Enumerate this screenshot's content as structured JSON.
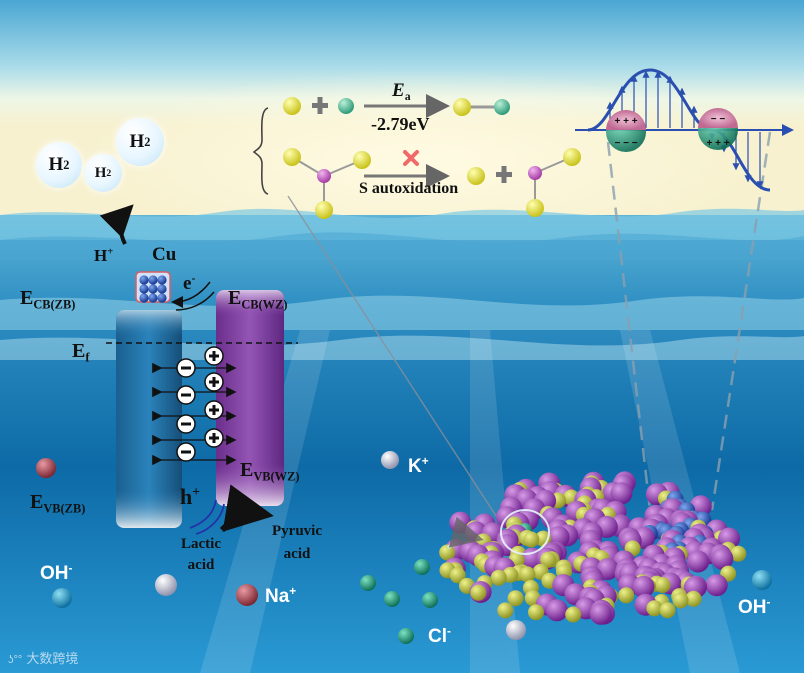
{
  "reaction": {
    "row1": {
      "arrow_label_top": "E",
      "arrow_label_top_sub": "a",
      "arrow_label_bottom": "-2.79eV"
    },
    "row2": {
      "arrow_label_bottom": "S autoxidation"
    }
  },
  "h2_bubbles": [
    {
      "text": "H",
      "sub": "2"
    },
    {
      "text": "H",
      "sub": "2"
    },
    {
      "text": "H",
      "sub": "2"
    }
  ],
  "labels": {
    "h_plus": "H",
    "h_plus_sup": "+",
    "cu": "Cu",
    "e_minus": "e",
    "e_minus_sup": "-",
    "ecb_zb": "E",
    "ecb_zb_sub": "CB(ZB)",
    "ecb_wz": "E",
    "ecb_wz_sub": "CB(WZ)",
    "ef": "E",
    "ef_sub": "f",
    "evb_wz": "E",
    "evb_wz_sub": "VB(WZ)",
    "evb_zb": "E",
    "evb_zb_sub": "VB(ZB)",
    "h_hole": "h",
    "h_hole_sup": "+",
    "lactic_acid": "Lactic\nacid",
    "pyruvic_acid": "Pyruvic\nacid"
  },
  "ions": {
    "k_plus": "K",
    "k_plus_sup": "+",
    "oh_left": "OH",
    "oh_left_sup": "-",
    "na_plus": "Na",
    "na_plus_sup": "+",
    "cl_minus": "Cl",
    "cl_minus_sup": "-",
    "oh_right": "OH",
    "oh_right_sup": "-"
  },
  "charges": {
    "minus": "−",
    "plus": "+"
  },
  "watermark": "大数跨境",
  "colors": {
    "sky_top": "#5fb3d6",
    "water_deep": "#0a5f93",
    "zb_band": "#1d6ea3",
    "wz_band": "#7a3d9a",
    "sulfur": "#e6e04a",
    "metal": "#4fb59a",
    "purple_atom": "#8e3aa8",
    "olive_atom": "#b8bd3a",
    "cu_cluster": "#1f47b8",
    "wave": "#2a4fb0"
  }
}
